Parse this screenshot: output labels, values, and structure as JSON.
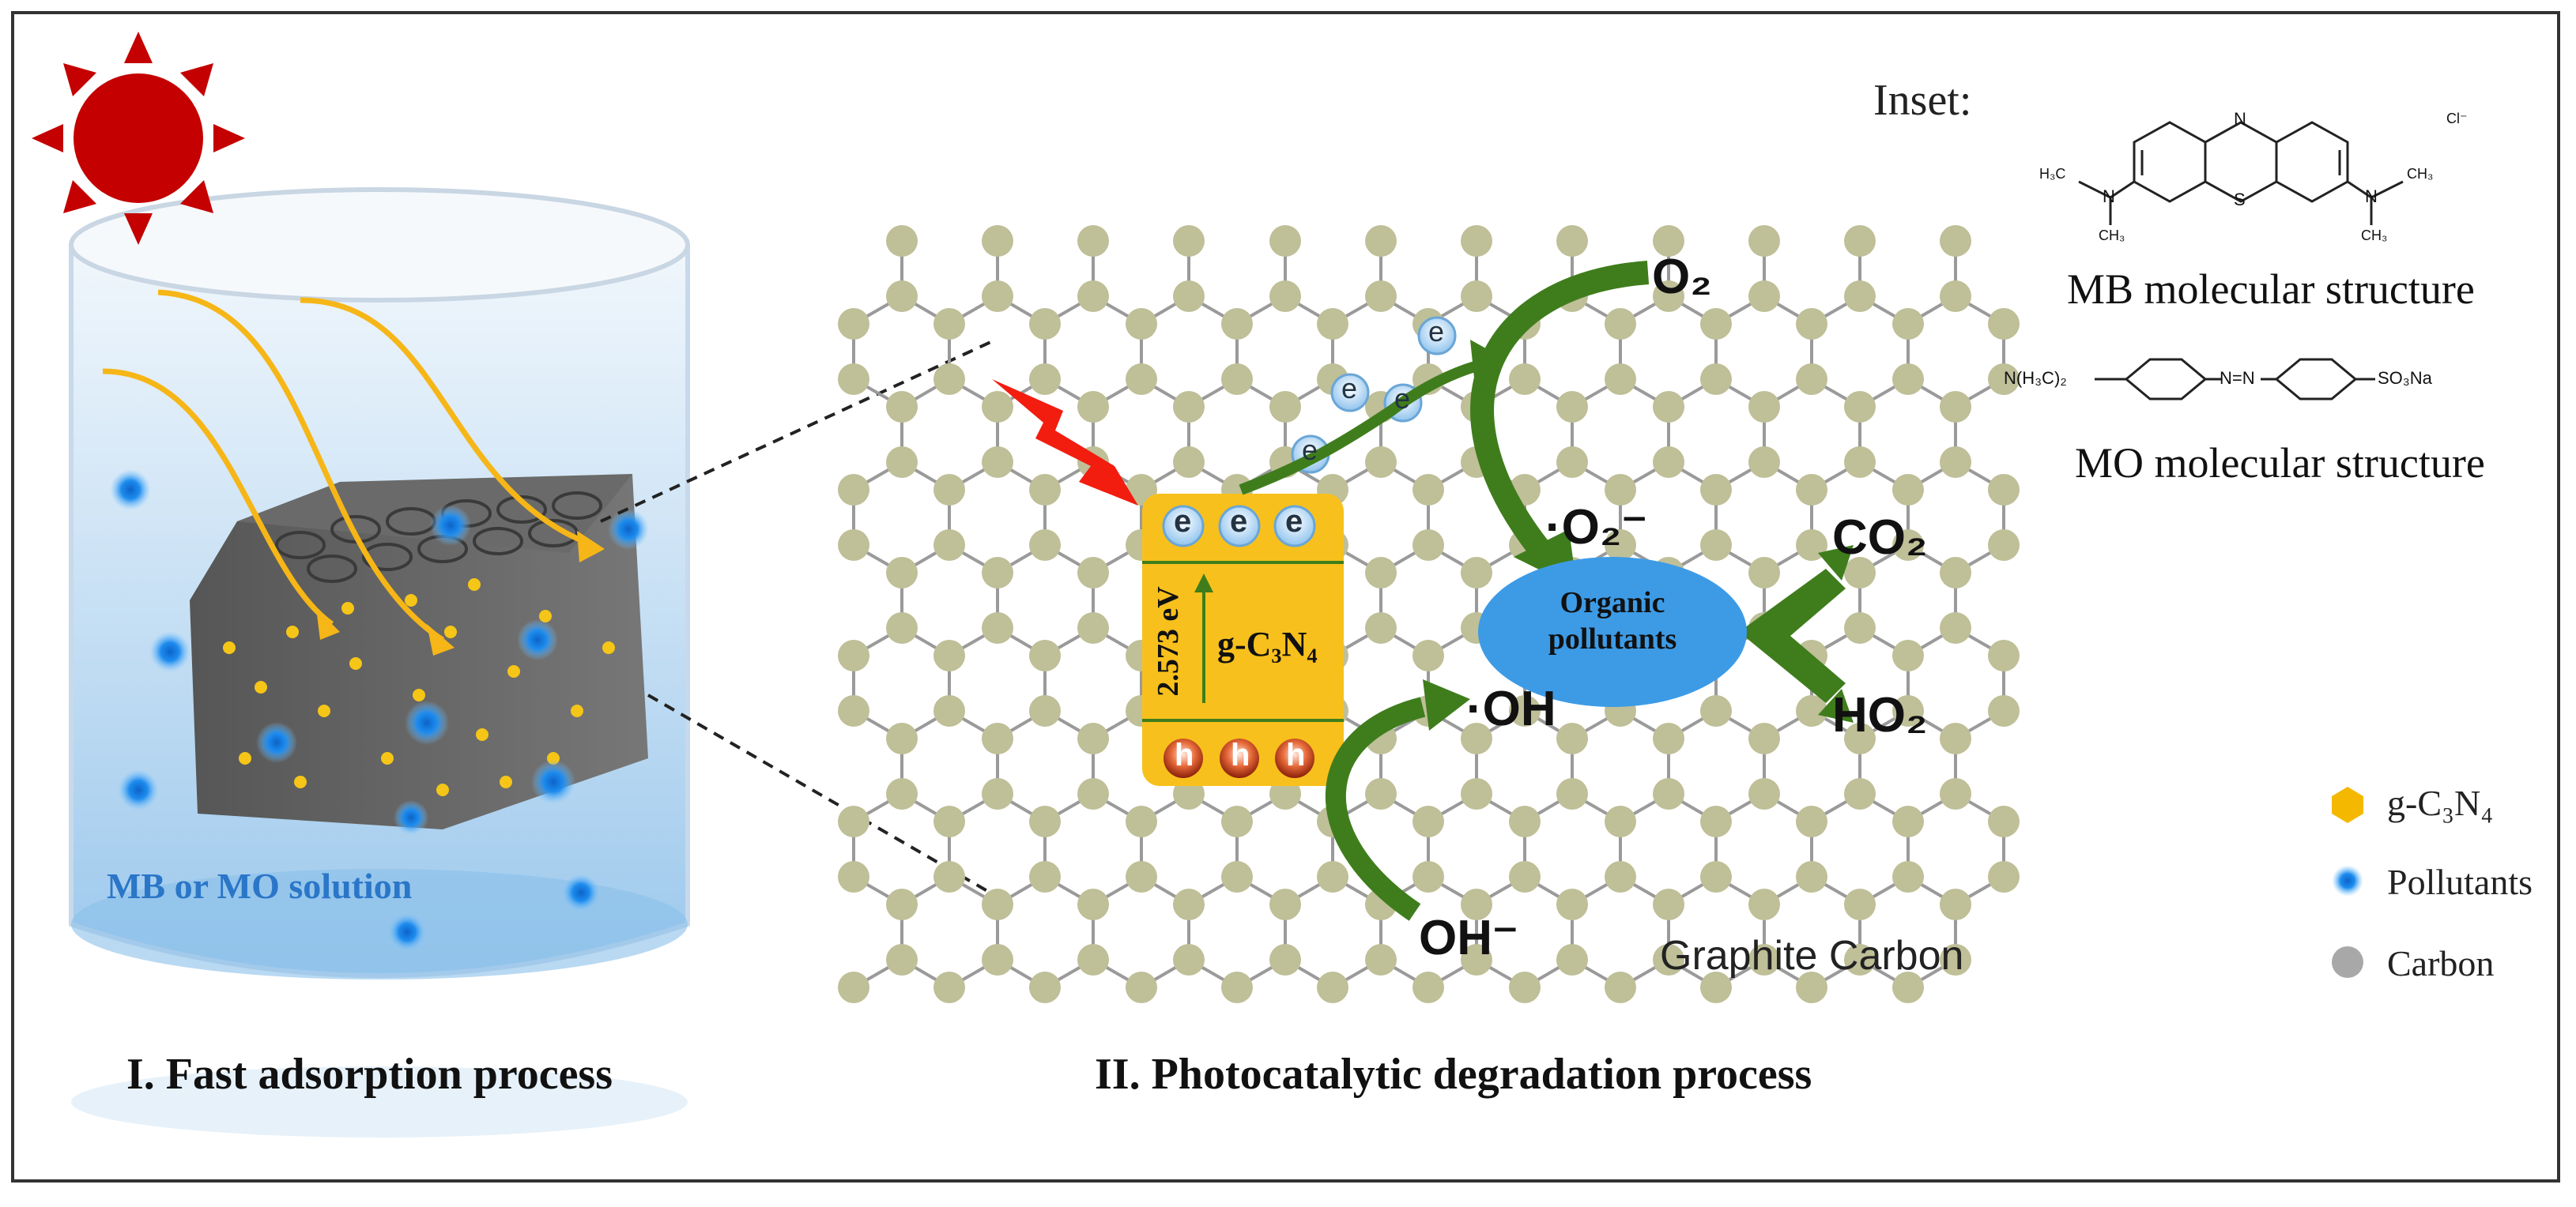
{
  "left_panel": {
    "solution_label": "MB or MO solution",
    "caption": "I. Fast adsorption process"
  },
  "center_panel": {
    "band_gap": "2.573 eV",
    "catalyst_label": "g-C₃N₄",
    "electrons": [
      "e",
      "e",
      "e"
    ],
    "holes": [
      "h",
      "h",
      "h"
    ],
    "flying_electrons": [
      "e",
      "e",
      "e",
      "e"
    ],
    "pollutant_label_line1": "Organic",
    "pollutant_label_line2": "pollutants",
    "species": {
      "o2": "O₂",
      "superoxide": "·O₂⁻",
      "co2": "CO₂",
      "ho2": "HO₂",
      "oh_radical": "·OH",
      "oh_ion": "OH⁻"
    },
    "graphite_label": "Graphite Carbon",
    "caption": "II. Photocatalytic degradation process"
  },
  "inset": {
    "title": "Inset:",
    "mb_label": "MB molecular structure",
    "mo_label": "MO molecular structure",
    "mb_atoms": {
      "n_ring": "N",
      "s_ring": "S",
      "n_left": "N",
      "n_right": "N",
      "ch3": "CH₃",
      "h3c": "H₃C",
      "cl": "Cl⁻"
    },
    "mo_atoms": {
      "left_group": "N(H₃C)₂",
      "azo": "N=N",
      "right_group": "SO₃Na"
    }
  },
  "legend": {
    "items": [
      {
        "label": "g-C₃N₄",
        "color": "#f5b800",
        "icon": "hexagon"
      },
      {
        "label": "Pollutants",
        "color": "#1e88e5",
        "icon": "circle"
      },
      {
        "label": "Carbon",
        "color": "#a8a8a8",
        "icon": "circle"
      }
    ]
  },
  "colors": {
    "sun": "#c40000",
    "arrow_green": "#3f7d1c",
    "catalyst": "#f8c01c",
    "pollutant_ellipse": "#3d9be6",
    "graphite_node": "#bfbf98",
    "light_arrow": "#f6b617"
  }
}
